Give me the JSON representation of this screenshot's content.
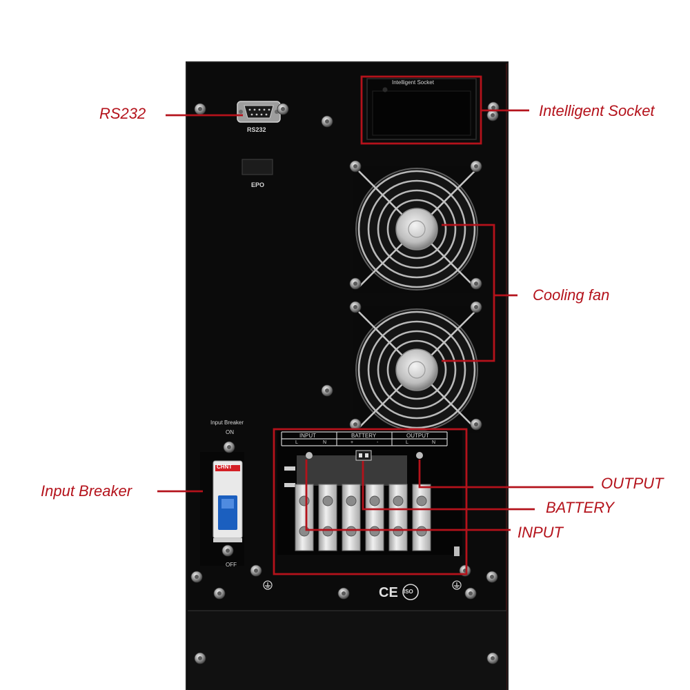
{
  "callouts": {
    "rs232": "RS232",
    "intelligent_socket": "Intelligent Socket",
    "cooling_fan": "Cooling fan",
    "input_breaker": "Input Breaker",
    "output": "OUTPUT",
    "battery": "BATTERY",
    "input": "INPUT"
  },
  "panel_labels": {
    "rs232": "RS232",
    "epo": "EPO",
    "intelligent_socket": "Intelligent Socket",
    "input_breaker": "Input Breaker",
    "breaker_on": "ON",
    "breaker_off": "OFF",
    "breaker_brand": "CHNT",
    "terminal_input": "INPUT",
    "terminal_battery": "BATTERY",
    "terminal_output": "OUTPUT",
    "terminal_l1": "L",
    "terminal_n1": "N",
    "terminal_plus": "+",
    "terminal_minus": "-",
    "terminal_l2": "L",
    "terminal_n2": "N",
    "ce_mark": "CE",
    "iso_mark": "ISO"
  },
  "colors": {
    "callout_red": "#b4121b",
    "cabinet_black": "#0b0b0b",
    "silkscreen": "#d8d8d8"
  },
  "icons": {
    "fan": "fan-grille-icon",
    "screw": "screw-icon",
    "ground": "ground-icon"
  }
}
